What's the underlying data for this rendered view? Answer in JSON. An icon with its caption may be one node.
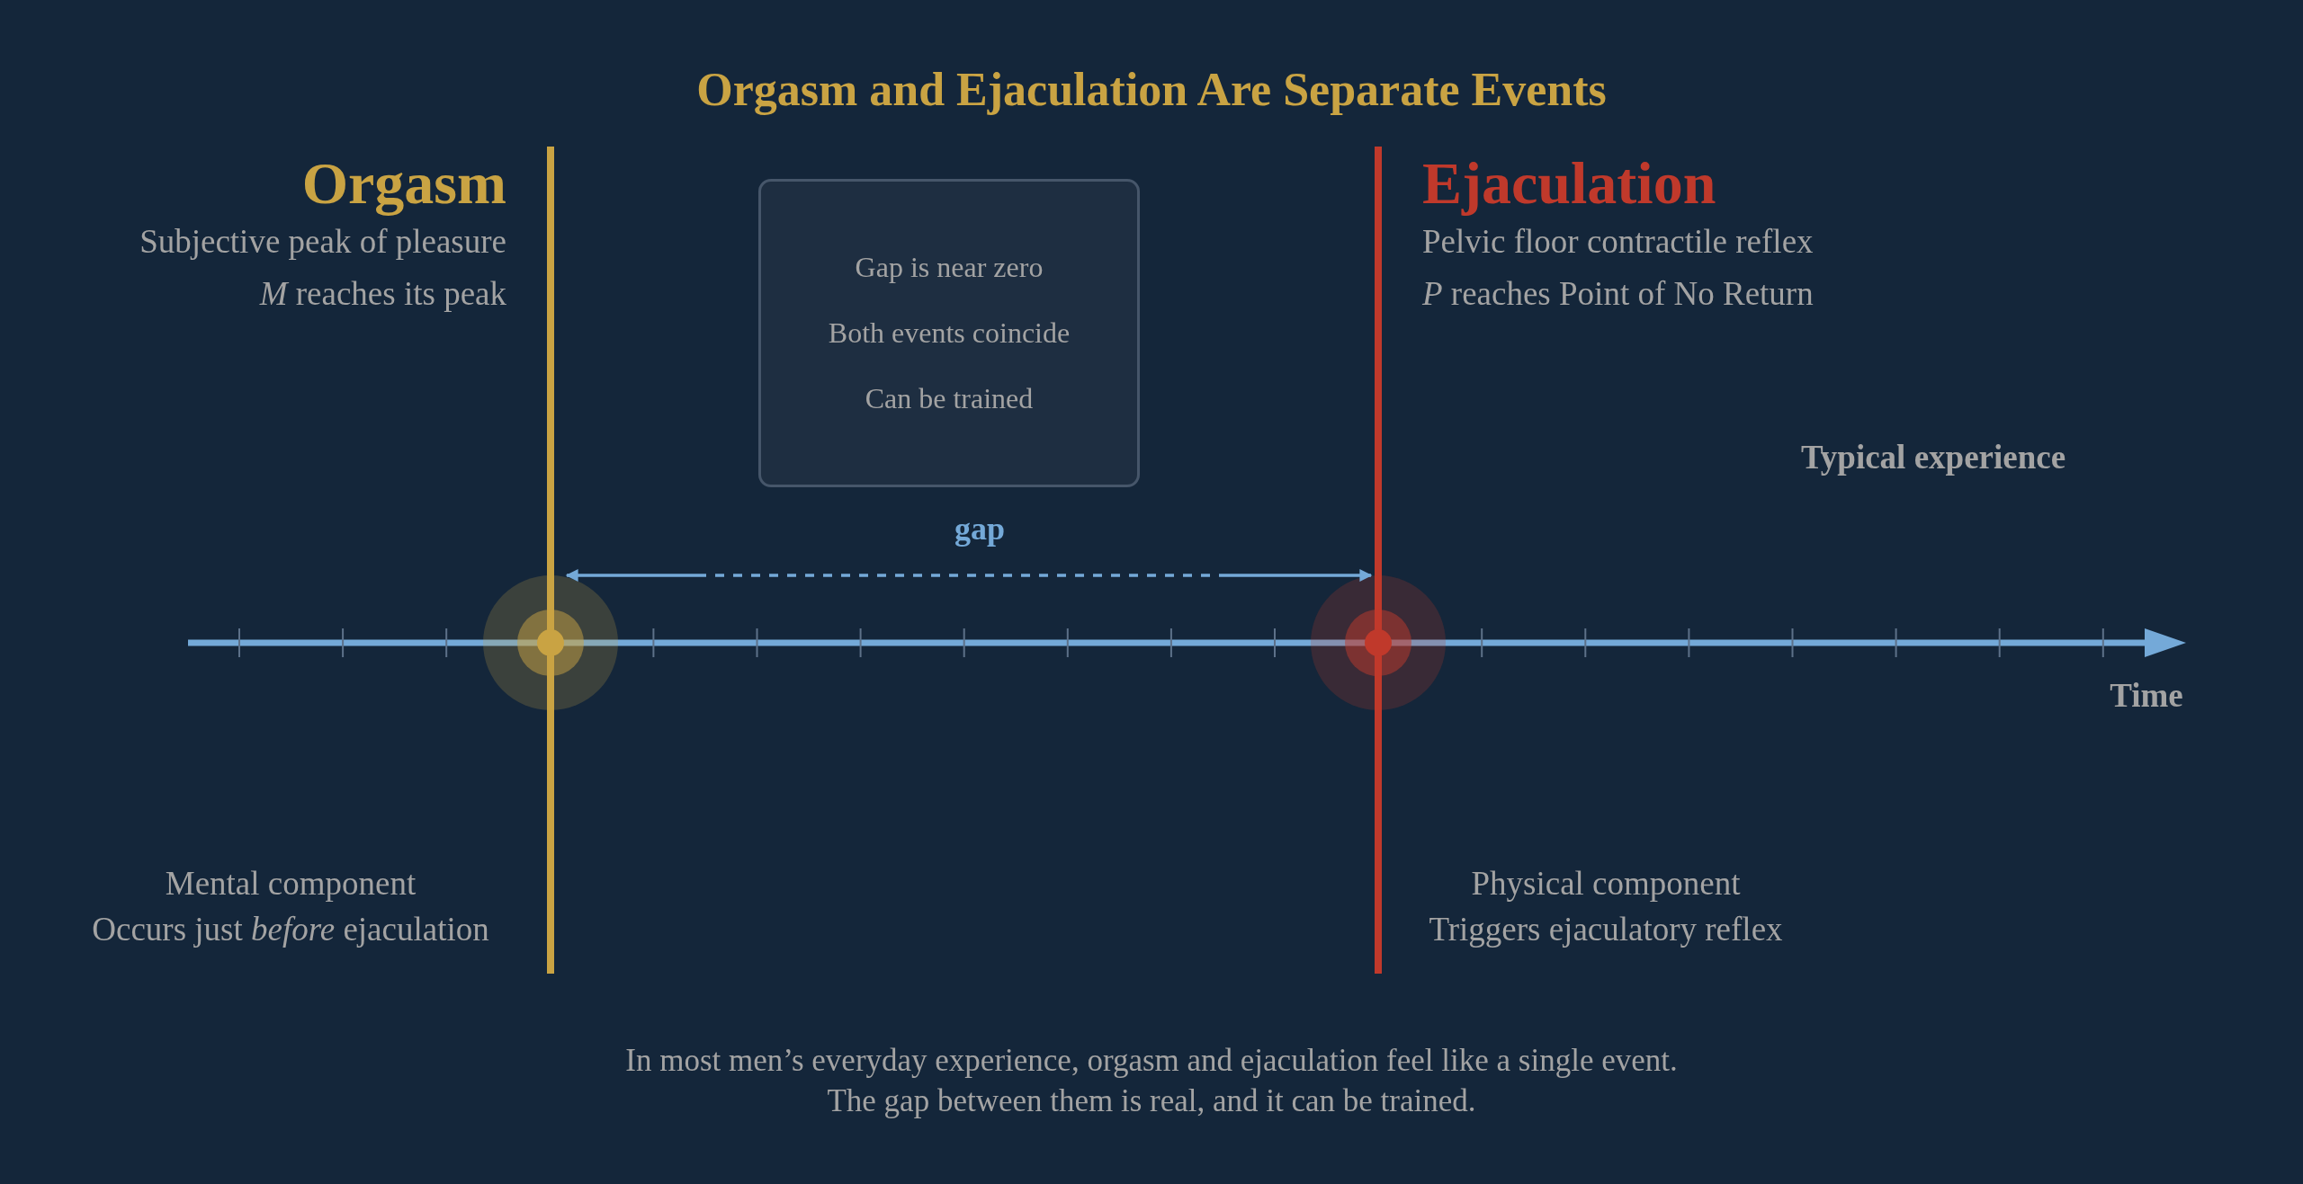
{
  "diagram": {
    "title": "Orgasm and Ejaculation Are Separate Events",
    "caption": "In most men’s everyday experience, orgasm and ejaculation feel like a single event. The gap between them is real, and it can be trained.",
    "nodes": [
      {
        "text": [],
        "shape": "bar",
        "beside": [
          "Orgasm",
          "Subjective peak of pleasure",
          "*M* reaches its peak",
          "Mental component",
          "Occurs just *before* ejaculation"
        ]
      },
      {
        "text": [],
        "shape": "bar",
        "beside": [
          "Ejaculation",
          "Pelvic floor contractile reflex",
          "*P* reaches Point of No Return",
          "Physical component",
          "Triggers ejaculatory reflex"
        ]
      },
      {
        "text": [
          "Gap is near zero",
          "Both events coincide",
          "Can be trained"
        ]
      }
    ],
    "edges": [
      {
        "from": 0,
        "to": 1,
        "arrow": "both",
        "label": "gap",
        "style": "dashed"
      }
    ],
    "labels": [
      "Typical experience",
      "Time"
    ]
  }
}
